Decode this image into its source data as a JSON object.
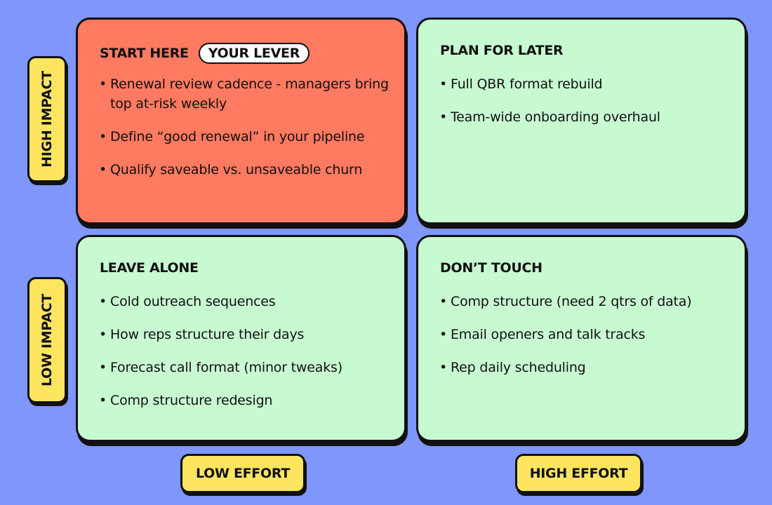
{
  "quadrants": {
    "top_left": {
      "title": "START HERE",
      "badge": "YOUR LEVER",
      "items": [
        "Renewal review cadence - managers bring top at-risk weekly",
        "Define “good renewal” in your pipeline",
        "Qualify saveable vs. unsaveable churn"
      ]
    },
    "top_right": {
      "title": "PLAN FOR LATER",
      "items": [
        "Full QBR format rebuild",
        "Team-wide onboarding overhaul"
      ]
    },
    "bottom_left": {
      "title": "LEAVE ALONE",
      "items": [
        "Cold outreach sequences",
        "How reps structure their days",
        "Forecast call format (minor tweaks)",
        "Comp structure redesign"
      ]
    },
    "bottom_right": {
      "title": "DON’T TOUCH",
      "items": [
        "Comp structure (need 2 qtrs of data)",
        "Email openers and talk tracks",
        "Rep daily scheduling"
      ]
    }
  },
  "axes": {
    "y_high": "HIGH IMPACT",
    "y_low": "LOW IMPACT",
    "x_low": "LOW EFFORT",
    "x_high": "HIGH EFFORT"
  },
  "colors": {
    "background": "#7f96fb",
    "highlight_quadrant": "#fe7a61",
    "quadrant": "#c8fad2",
    "axis_tag": "#fde560"
  }
}
